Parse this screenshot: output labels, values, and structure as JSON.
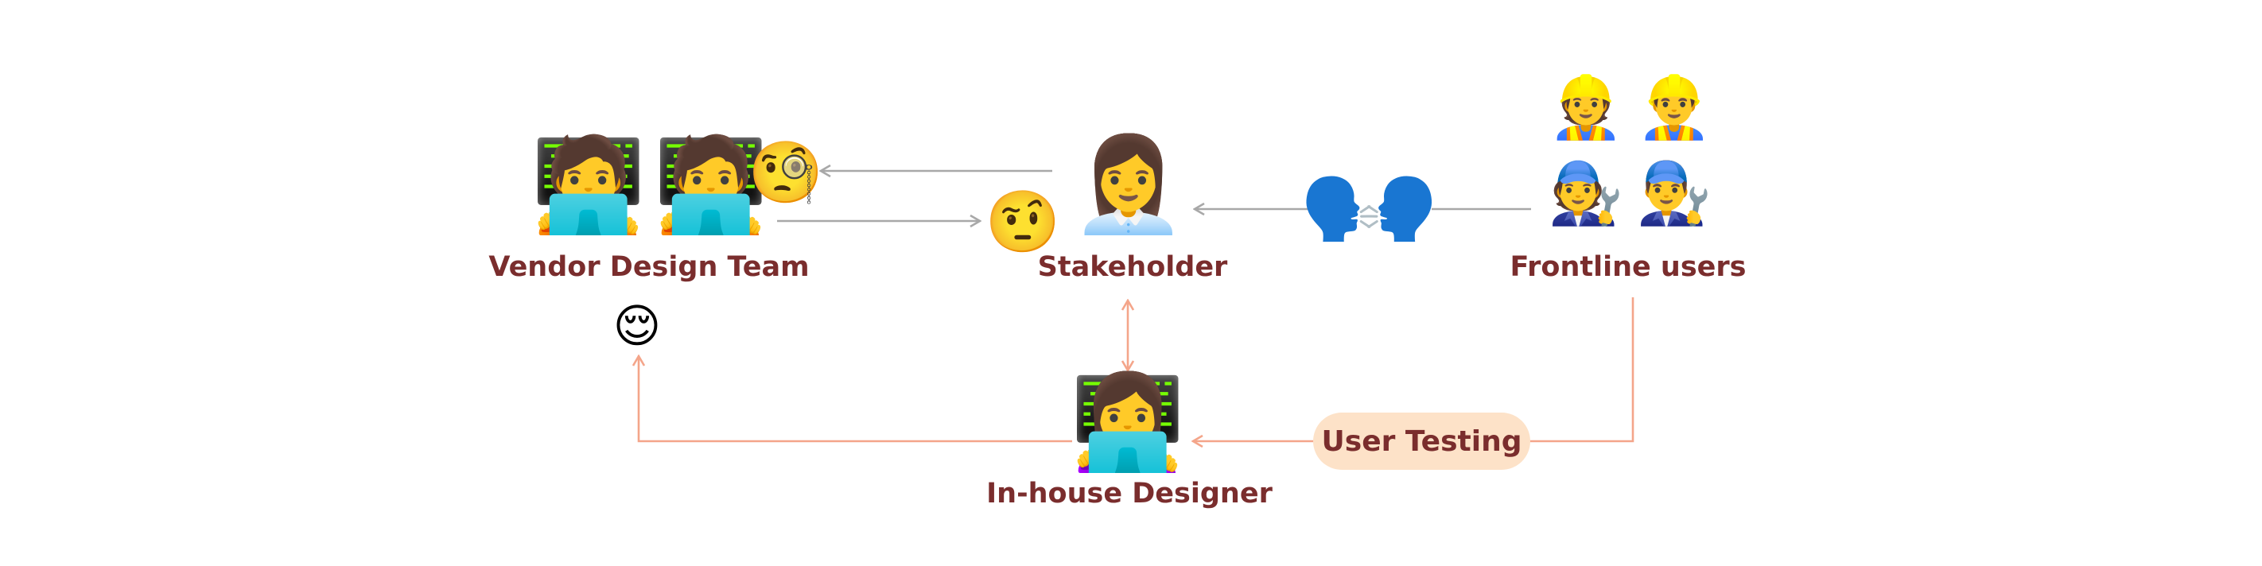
{
  "nodes": {
    "vendor": {
      "label": "Vendor Design Team"
    },
    "stakeholder": {
      "label": "Stakeholder"
    },
    "frontline": {
      "label": "Frontline users"
    },
    "designer": {
      "label": "In-house Designer"
    }
  },
  "edge_labels": {
    "user_testing": "User Testing"
  },
  "colors": {
    "label_text": "#7a2d2d",
    "gray_arrow": "#a8a8a8",
    "salmon_arrow": "#f4a58a",
    "pill_bg": "#fde2c8"
  },
  "icons": {
    "vendor_people": [
      "technologist-laptop-icon",
      "technologist-laptop-icon"
    ],
    "vendor_reaction_top": "monocle-face-icon",
    "vendor_reaction_bottom": "relieved-face-icon",
    "stakeholder_reaction": "raised-eyebrow-face-icon",
    "stakeholder_person": "businesswoman-icon",
    "talk": [
      "speaking-head-icon",
      "speaking-head-icon"
    ],
    "frontline_people": [
      "construction-worker-icon",
      "construction-worker-icon",
      "mechanic-icon",
      "mechanic-icon"
    ],
    "designer_person": "woman-technologist-laptop-icon"
  }
}
